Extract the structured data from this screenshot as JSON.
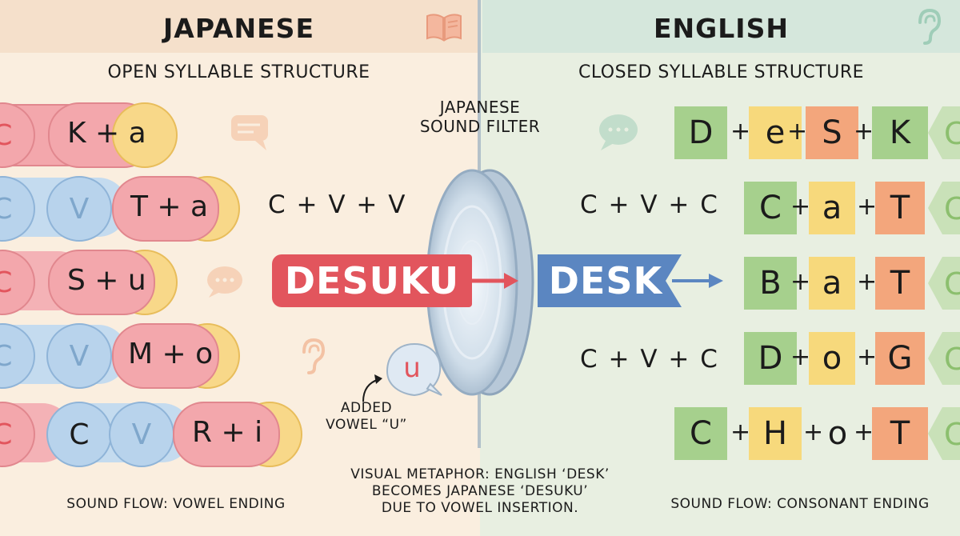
{
  "japanese": {
    "title": "JAPANESE",
    "subtitle": "OPEN SYLLABLE STRUCTURE",
    "formula": "C + V + V",
    "footer": "SOUND FLOW: VOWEL ENDING",
    "rows": [
      {
        "prefix": [
          "C"
        ],
        "syllable": "K + a"
      },
      {
        "prefix": [
          "C",
          "V"
        ],
        "syllable": "T + a"
      },
      {
        "prefix": [
          "C"
        ],
        "syllable": "S + u"
      },
      {
        "prefix": [
          "C",
          "V"
        ],
        "syllable": "M + o"
      },
      {
        "prefix": [
          "C",
          "C",
          "V"
        ],
        "syllable": "R + i"
      }
    ]
  },
  "english": {
    "title": "ENGLISH",
    "subtitle": "CLOSED SYLLABLE STRUCTURE",
    "formula_1": "C + V + C",
    "formula_2": "C + V + C",
    "footer": "SOUND FLOW: CONSONANT ENDING",
    "rows": [
      {
        "letters": [
          "D",
          "e",
          "S",
          "K"
        ]
      },
      {
        "letters": [
          "C",
          "a",
          "T"
        ]
      },
      {
        "letters": [
          "B",
          "a",
          "T"
        ]
      },
      {
        "letters": [
          "D",
          "o",
          "G"
        ]
      },
      {
        "letters": [
          "C",
          "H",
          "o",
          "T"
        ]
      }
    ],
    "edge_letter": "C"
  },
  "filter": {
    "label_line1": "JAPANESE",
    "label_line2": "SOUND FILTER",
    "input_word": "DESUKU",
    "output_word": "DESK",
    "added_letter": "u",
    "added_line1": "ADDED",
    "added_line2": "VOWEL “U”"
  },
  "caption": {
    "line1": "VISUAL METAPHOR: ENGLISH ‘DESK’",
    "line2": "BECOMES JAPANESE ‘DESUKU’",
    "line3": "DUE TO VOWEL INSERTION."
  },
  "colors": {
    "japanese_red": "#e2555d",
    "english_blue": "#5b86c1",
    "consonant_green": "#a6d08d",
    "vowel_yellow": "#f7d97c",
    "final_orange": "#f3a67c"
  },
  "icons": [
    "book-icon",
    "ear-icon",
    "speech-bubble-icon"
  ]
}
